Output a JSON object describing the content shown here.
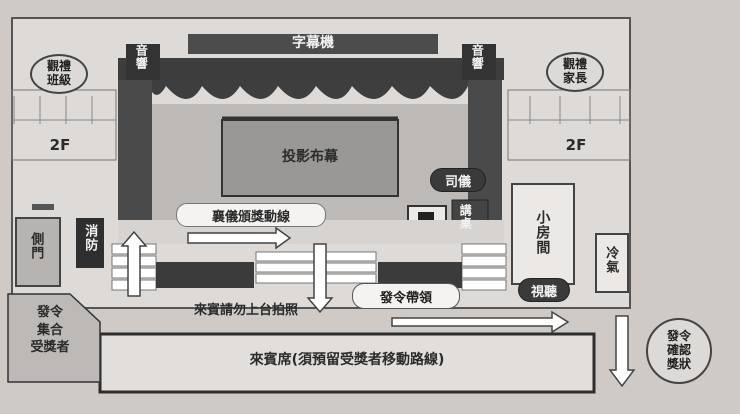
{
  "labels": {
    "subtitle_machine": "字幕機",
    "speaker_left": "音響",
    "speaker_right": "音響",
    "observe_class": "觀禮\n班級",
    "observe_parents": "觀禮\n家長",
    "floor_left": "2F",
    "floor_right": "2F",
    "projection_screen": "投影布幕",
    "emcee": "司儀",
    "podium": "講桌",
    "ceremony_route": "襄儀頒獎動線",
    "side_door": "側門",
    "fire_control": "消防",
    "small_room": "小房間",
    "air_conditioner": "冷氣",
    "hand_out_award": "發令帶領",
    "ushers": "視聽",
    "gather_awardees": "發令\n集合\n受獎者",
    "no_stage_photo": "來賓請勿上台拍照",
    "confirm_certificate": "發令\n確認\n獎狀",
    "guest_seats": "來賓席(須預留受獎者移動路線)"
  },
  "colors": {
    "stage_dark": "#3a3a3a",
    "curtain": "#4a4a4a",
    "floor_gray": "#9a9a9a",
    "paper": "#cfcac6"
  }
}
